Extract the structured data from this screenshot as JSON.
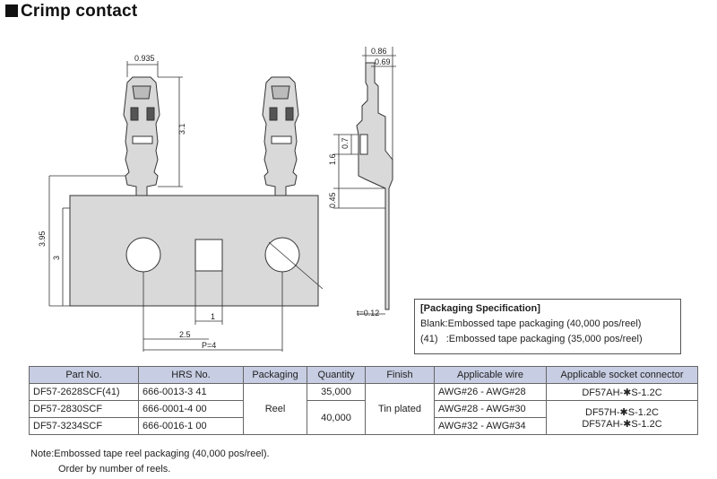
{
  "title": "Crimp contact",
  "dimensions": {
    "d0935": "0.935",
    "d31": "3.1",
    "d395": "3.95",
    "d3": "3",
    "d1": "1",
    "d25": "2.5",
    "pitch": "P=4",
    "d086": "0.86",
    "d069": "0.69",
    "d07": "0.7",
    "d16": "1.6",
    "d045": "0.45",
    "t": "t=0.12"
  },
  "packaging": {
    "heading": "[Packaging Specification]",
    "line1": "Blank:Embossed tape packaging (40,000 pos/reel)",
    "line2": "(41)   :Embossed tape packaging (35,000 pos/reel)"
  },
  "table": {
    "headers": [
      "Part No.",
      "HRS No.",
      "Packaging",
      "Quantity",
      "Finish",
      "Applicable wire",
      "Applicable socket connector"
    ],
    "rows": [
      {
        "part": "DF57-2628SCF(41)",
        "hrs": "666-0013-3 41",
        "wire": "AWG#26 - AWG#28"
      },
      {
        "part": "DF57-2830SCF",
        "hrs": "666-0001-4 00",
        "wire": "AWG#28 - AWG#30"
      },
      {
        "part": "DF57-3234SCF",
        "hrs": "666-0016-1 00",
        "wire": "AWG#32 - AWG#34"
      }
    ],
    "packaging_value": "Reel",
    "qty_1": "35,000",
    "qty_2": "40,000",
    "finish": "Tin plated",
    "socket_1": "DF57AH-✱S-1.2C",
    "socket_2a": "DF57H-✱S-1.2C",
    "socket_2b": "DF57AH-✱S-1.2C"
  },
  "note": {
    "line1": "Note:Embossed tape reel packaging (40,000 pos/reel).",
    "line2": "Order by number of reels."
  }
}
